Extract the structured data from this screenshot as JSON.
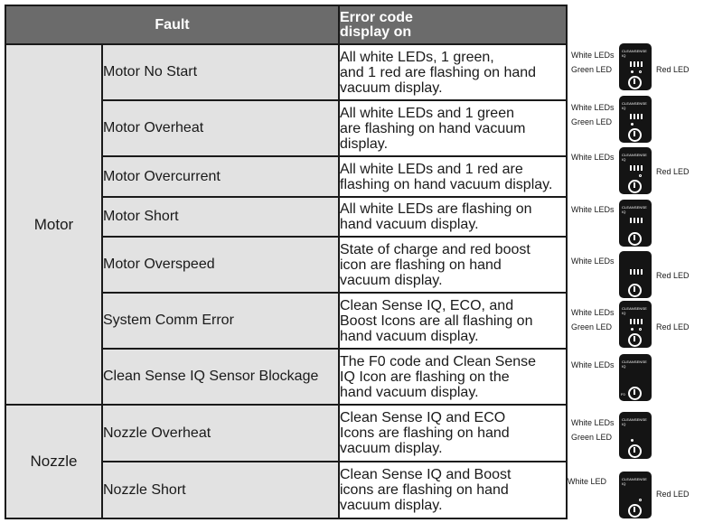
{
  "header": {
    "fault": "Fault",
    "error_line1": "Error code",
    "error_line2": "display on"
  },
  "groups": {
    "motor": "Motor",
    "nozzle": "Nozzle"
  },
  "rows": [
    {
      "fault": "Motor No Start",
      "desc": [
        "All white LEDs, 1 green,",
        "and 1 red are flashing on hand",
        "vacuum display."
      ]
    },
    {
      "fault": "Motor Overheat",
      "desc": [
        "All white LEDs and 1 green",
        "are flashing on hand vacuum",
        "display."
      ]
    },
    {
      "fault": "Motor Overcurrent",
      "desc": [
        "All white LEDs and 1 red are",
        "flashing on hand vacuum display."
      ]
    },
    {
      "fault": "Motor Short",
      "desc": [
        "All white LEDs are flashing on",
        "hand vacuum display."
      ]
    },
    {
      "fault": "Motor Overspeed",
      "desc": [
        "State of charge and red boost",
        "icon are flashing on hand",
        "vacuum display."
      ]
    },
    {
      "fault": "System Comm Error",
      "desc": [
        "Clean Sense IQ, ECO, and",
        "Boost Icons are all flashing on",
        "hand vacuum display."
      ]
    },
    {
      "fault": "Clean Sense IQ Sensor Blockage",
      "desc": [
        "The F0 code and Clean Sense",
        "IQ Icon are flashing on the",
        "hand vacuum display."
      ]
    },
    {
      "fault": "Nozzle Overheat",
      "desc": [
        "Clean Sense IQ and ECO",
        "Icons are flashing on hand",
        "vacuum display."
      ]
    },
    {
      "fault": "Nozzle Short",
      "desc": [
        "Clean Sense IQ and Boost",
        "icons are flashing on hand",
        "vacuum display."
      ]
    }
  ],
  "illustrations": {
    "brand": "CLEANSENSE IQ",
    "f0_code": "F0",
    "labels": {
      "white_leds": "White LEDs",
      "white_led": "White LED",
      "green_led": "Green LED",
      "red_led": "Red LED"
    }
  }
}
